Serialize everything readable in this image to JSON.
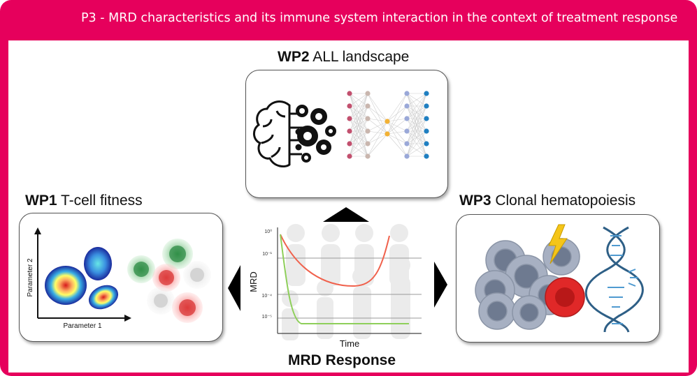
{
  "header": {
    "title": "P3 - MRD characteristics and its immune system interaction in the context of treatment response"
  },
  "wp2": {
    "bold": "WP2",
    "rest": " ALL landscape"
  },
  "wp1": {
    "bold": "WP1",
    "rest": " T-cell fitness",
    "y_axis_label": "Parameter 2",
    "x_axis_label": "Parameter 1"
  },
  "wp3": {
    "bold": "WP3",
    "rest": " Clonal hematopoiesis"
  },
  "mrd": {
    "title": "MRD Response",
    "x_axis_label": "Time",
    "y_axis_label": "MRD",
    "y_ticks": [
      "10⁰",
      "10⁻¹",
      "10⁻⁴",
      "10⁻⁵"
    ]
  },
  "colors": {
    "frame": "#e6005c",
    "relapse_curve": "#f0614c",
    "response_curve": "#8ecf5a"
  },
  "icons": [
    "brain-gears-icon",
    "neural-network-icon",
    "flow-cytometry-plot-icon",
    "t-cells-icon",
    "blood-cells-icon",
    "lightning-icon",
    "dna-icon",
    "people-silhouettes-icon"
  ]
}
